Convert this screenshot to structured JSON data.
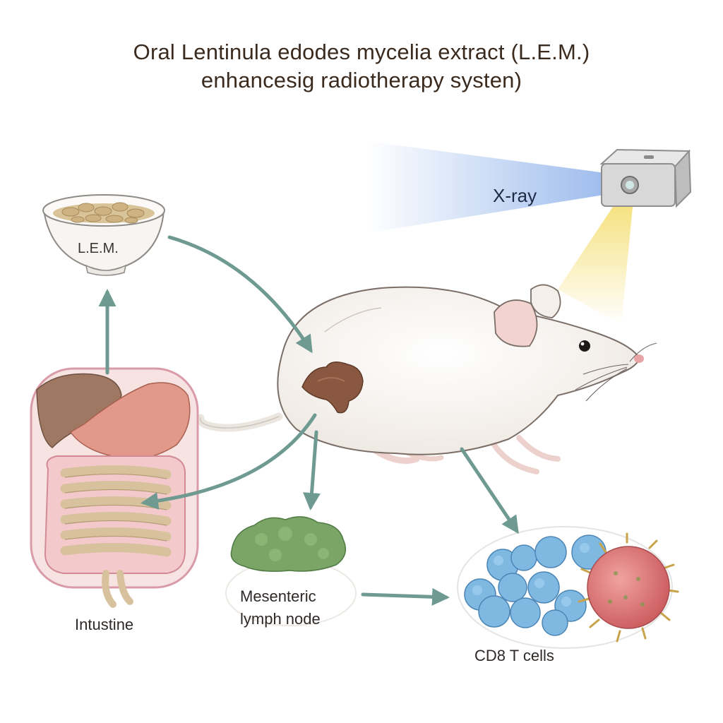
{
  "title": {
    "line1": "Oral Lentinula edodes mycelia extract (L.E.M.)",
    "line2": "enhancesig radiotherapy systen)"
  },
  "labels": {
    "lem": "L.E.M.",
    "xray": "X-ray",
    "intestine": "Intustine",
    "lymph_node_line1": "Mesenteric",
    "lymph_node_line2": "lymph node",
    "cd8": "CD8 T cells"
  },
  "colors": {
    "arrow": "#6e9a92",
    "mouse_body": "#f6f2ee",
    "tumor": "#8a5840",
    "lymph_node": "#7aa566",
    "t_cell": "#7fb9e2",
    "tumor_cell": "#d96f70",
    "xray_beam": "#8fb2ea",
    "light_beam": "#f2d54a"
  },
  "icons": [
    "bowl-icon",
    "xray-source-icon",
    "mouse-icon",
    "tumor-icon",
    "intestine-icon",
    "lymph-node-icon",
    "t-cell-icon",
    "tumor-cell-icon"
  ]
}
